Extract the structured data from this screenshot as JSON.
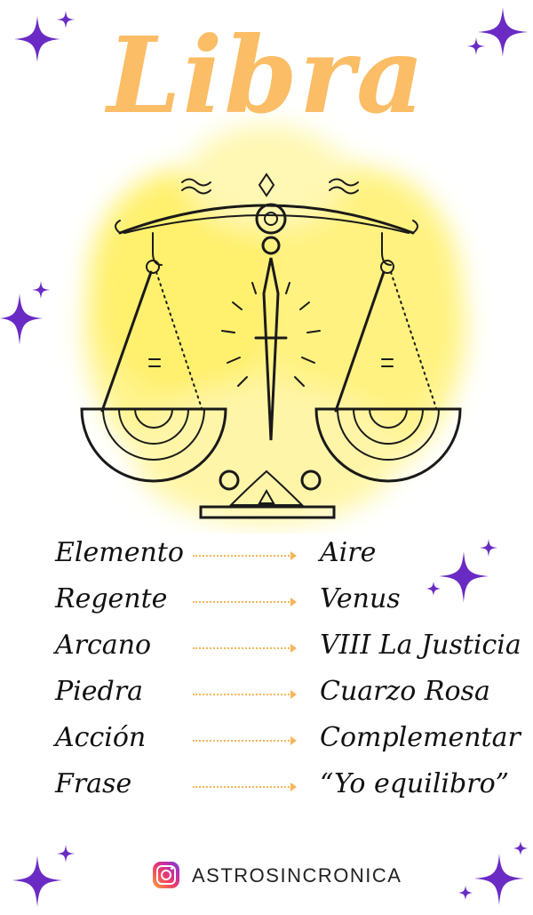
{
  "title": "Libra",
  "rows": [
    {
      "label": "Elemento",
      "value": "Aire"
    },
    {
      "label": "Regente",
      "value": "Venus"
    },
    {
      "label": "Arcano",
      "value": "VIII La Justicia"
    },
    {
      "label": "Piedra",
      "value": "Cuarzo Rosa"
    },
    {
      "label": "Acción",
      "value": "Complementar"
    },
    {
      "label": "Frase",
      "value": "“Yo equilibro”"
    }
  ],
  "footer": {
    "handle": "ASTROSINCRONICA",
    "icon": "instagram-icon"
  },
  "colors": {
    "title": "#fbbd66",
    "sparkle": "#6a2bc4",
    "wash": "#fff37a",
    "line": "#1a1a1a",
    "leader": "#f6b55a"
  }
}
